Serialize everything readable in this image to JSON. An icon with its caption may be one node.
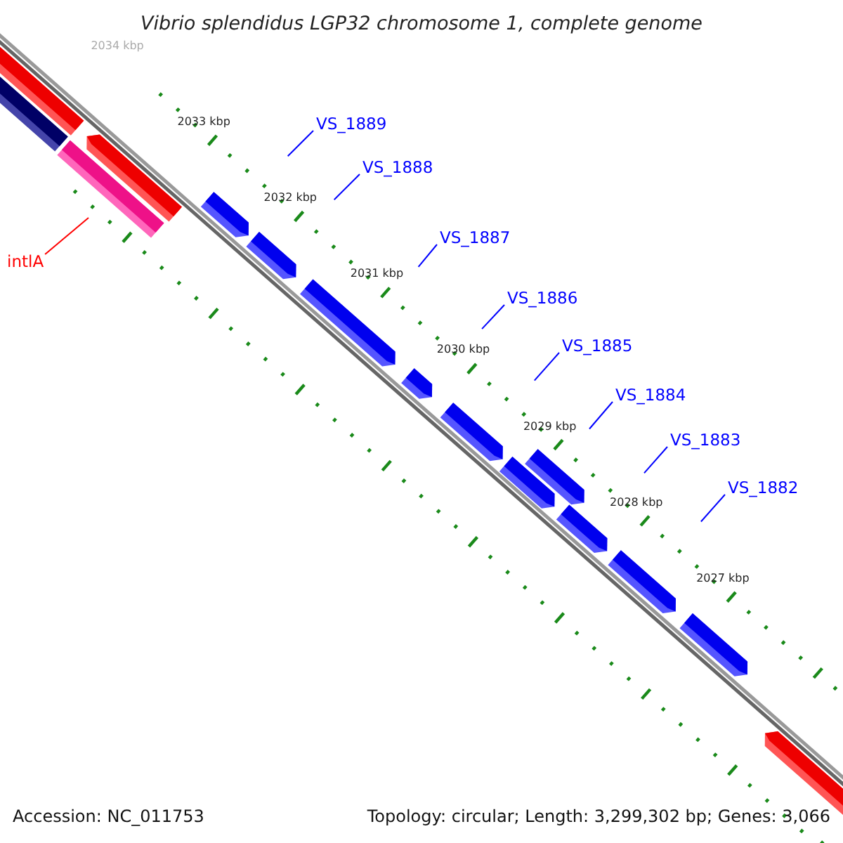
{
  "diagram": {
    "title": "Vibrio splendidus LGP32 chromosome 1, complete genome",
    "nodes": [
      {
        "text": [
          "VS_1889"
        ]
      },
      {
        "text": [
          "VS_1888"
        ]
      },
      {
        "text": [
          "VS_1887"
        ]
      },
      {
        "text": [
          "VS_1886"
        ]
      },
      {
        "text": [
          "VS_1885"
        ]
      },
      {
        "text": [
          "VS_1884"
        ]
      },
      {
        "text": [
          "VS_1883"
        ]
      },
      {
        "text": [
          "VS_1882"
        ]
      },
      {
        "text": [
          "intlA"
        ]
      }
    ],
    "edges": [
      {
        "from": 0,
        "to": null,
        "arrow": "none"
      },
      {
        "from": 1,
        "to": null,
        "arrow": "none"
      },
      {
        "from": 2,
        "to": null,
        "arrow": "none"
      },
      {
        "from": 3,
        "to": null,
        "arrow": "none"
      },
      {
        "from": 4,
        "to": null,
        "arrow": "none"
      },
      {
        "from": 5,
        "to": null,
        "arrow": "none"
      },
      {
        "from": 6,
        "to": null,
        "arrow": "none"
      },
      {
        "from": 7,
        "to": null,
        "arrow": "none"
      },
      {
        "from": 8,
        "to": null,
        "arrow": "none",
        "color": "#ff0000"
      }
    ],
    "labels": [
      "2034 kbp",
      "2033 kbp",
      "2032 kbp",
      "2031 kbp",
      "2030 kbp",
      "2029 kbp",
      "2028 kbp",
      "2027 kbp",
      "Accession: NC_011753",
      "Topology: circular; Length: 3,299,302 bp; Genes: 3,066"
    ]
  }
}
